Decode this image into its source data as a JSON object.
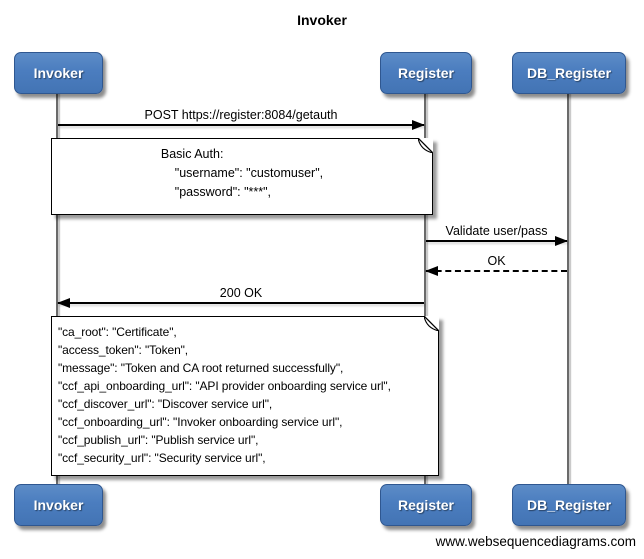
{
  "title": "Invoker",
  "watermark": "www.websequencediagrams.com",
  "actors": [
    {
      "id": "invoker",
      "label": "Invoker"
    },
    {
      "id": "register",
      "label": "Register"
    },
    {
      "id": "db_register",
      "label": "DB_Register"
    }
  ],
  "messages": [
    {
      "label": "POST https://register:8084/getauth",
      "from": "Invoker",
      "to": "Register",
      "line": "solid"
    },
    {
      "label": "Validate user/pass",
      "from": "Register",
      "to": "DB_Register",
      "line": "solid"
    },
    {
      "label": "OK",
      "from": "DB_Register",
      "to": "Register",
      "line": "dashed"
    },
    {
      "label": "200 OK",
      "from": "Register",
      "to": "Invoker",
      "line": "solid"
    }
  ],
  "notes": [
    {
      "over": "Invoker,Register",
      "lines": [
        "Basic Auth:",
        "    \"username\": \"customuser\",",
        "    \"password\": \"***\","
      ]
    },
    {
      "over": "Invoker,Register",
      "lines": [
        "\"ca_root\": \"Certificate\",",
        "\"access_token\": \"Token\",",
        "\"message\": \"Token and CA root returned successfully\",",
        "\"ccf_api_onboarding_url\": \"API provider onboarding service url\",",
        "\"ccf_discover_url\": \"Discover service url\",",
        "\"ccf_onboarding_url\": \"Invoker onboarding service url\",",
        "\"ccf_publish_url\": \"Publish service url\",",
        "\"ccf_security_url\": \"Security service url\","
      ]
    }
  ],
  "colors": {
    "actor_fill": "#4b7dbf",
    "actor_border": "#2f5790",
    "actor_text": "#ffffff",
    "lifeline": "#6a6a6a",
    "arrow": "#000000",
    "note_bg": "#ffffff",
    "note_border": "#000000",
    "background": "#ffffff"
  }
}
